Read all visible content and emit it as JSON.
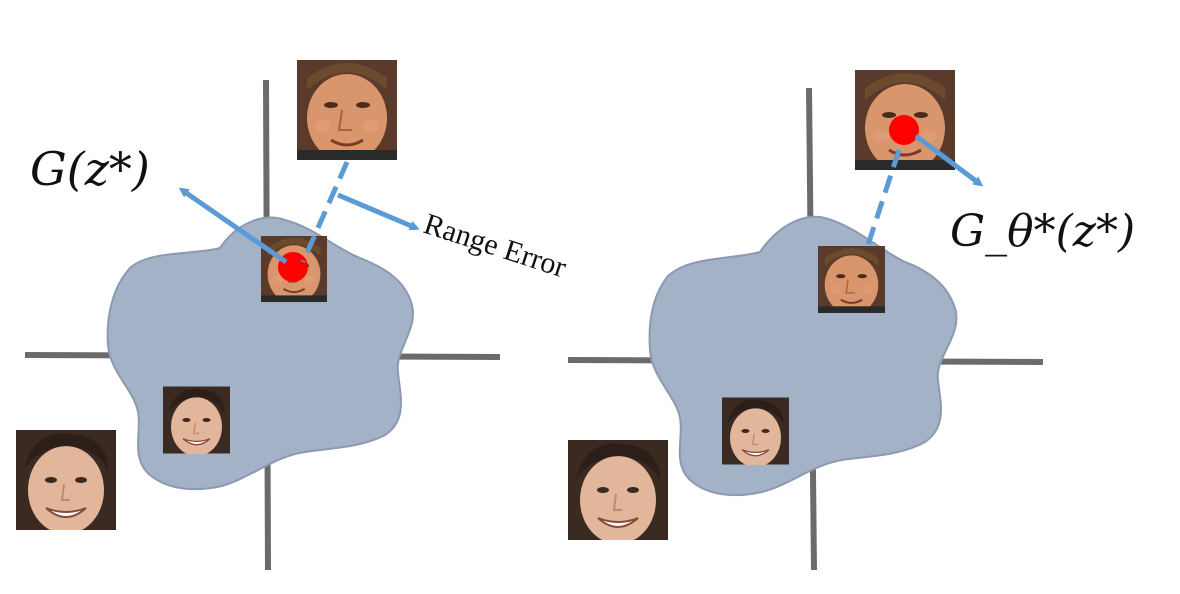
{
  "colors": {
    "blob_fill": "#a4b2c8",
    "blob_stroke": "#8b9ab0",
    "axis": "#6b6b6b",
    "arrow": "#5b9bd5",
    "marker": "#ff0000",
    "background": "#ffffff"
  },
  "left_panel": {
    "generator_label": "G(z*)",
    "range_error_label": "Range Error",
    "faces": [
      {
        "name": "target-face",
        "icon": "face-thumbnail-older-man"
      },
      {
        "name": "generated-face",
        "icon": "face-thumbnail-older-man-small"
      },
      {
        "name": "in-range-face",
        "icon": "face-thumbnail-young-man"
      },
      {
        "name": "outside-face",
        "icon": "face-thumbnail-young-man-large"
      }
    ]
  },
  "right_panel": {
    "generator_label": "G_θ*(z*)",
    "faces": [
      {
        "name": "target-face",
        "icon": "face-thumbnail-older-man"
      },
      {
        "name": "generated-face",
        "icon": "face-thumbnail-older-man-small"
      },
      {
        "name": "in-range-face",
        "icon": "face-thumbnail-young-man"
      },
      {
        "name": "outside-face",
        "icon": "face-thumbnail-young-man-large"
      }
    ]
  }
}
